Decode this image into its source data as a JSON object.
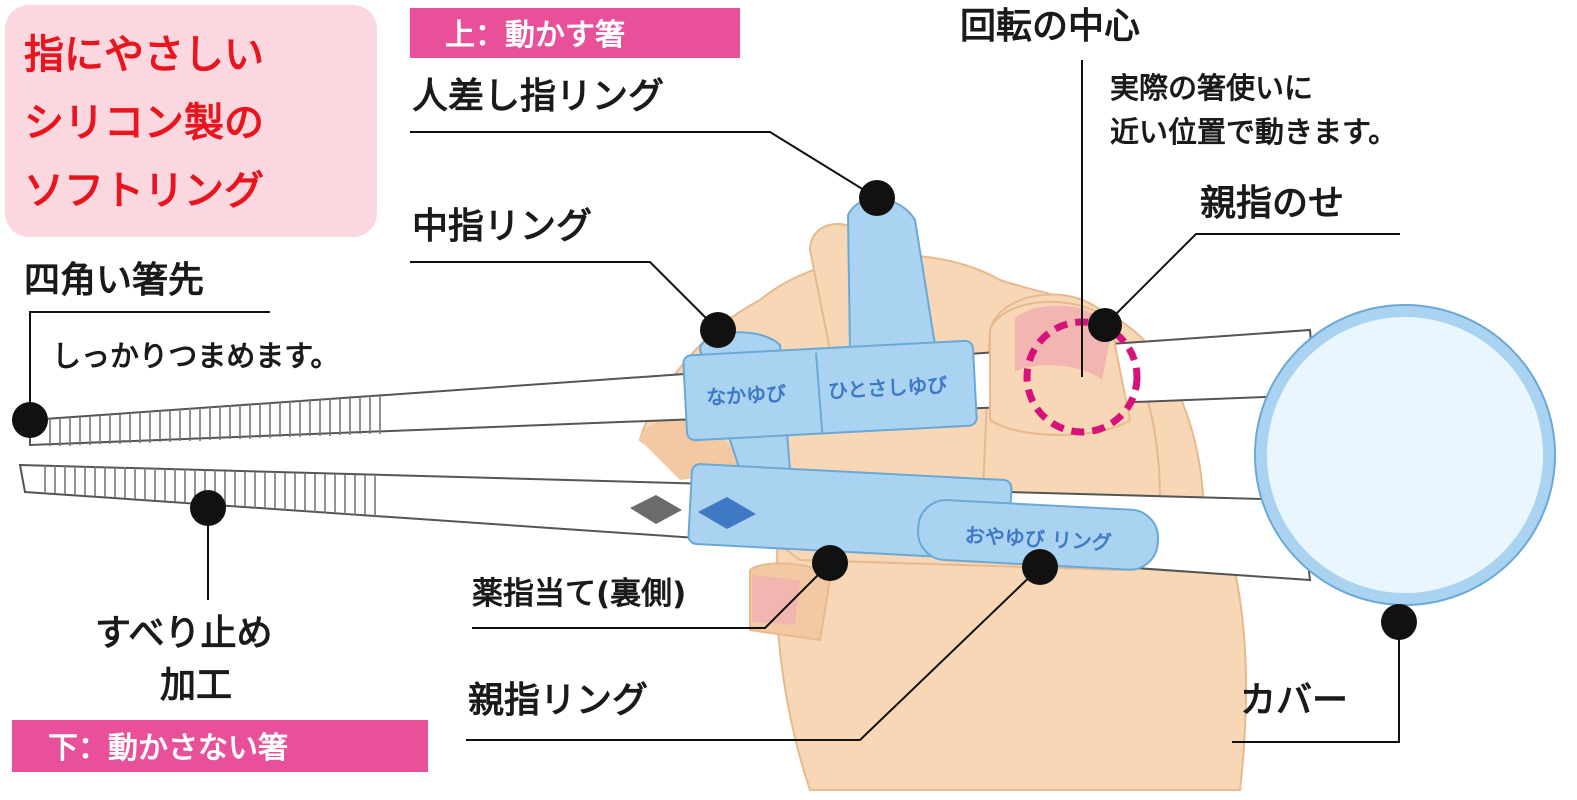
{
  "header": {
    "line1": "指にやさしい",
    "line2": "シリコン製の",
    "line3": "ソフトリング"
  },
  "tags": {
    "upper": "上：動かす箸",
    "lower": "下：動かさない箸"
  },
  "labels": {
    "index_ring": "人差し指リング",
    "middle_ring": "中指リング",
    "square_tips": "四角い箸先",
    "square_tips_note": "しっかりつまめます。",
    "pivot": "回転の中心",
    "pivot_note_1": "実際の箸使いに",
    "pivot_note_2": "近い位置で動きます。",
    "thumb_rest": "親指のせ",
    "anti_slip_1": "すべり止め",
    "anti_slip_2": "加工",
    "ring_finger_rest": "薬指当て(裏側)",
    "thumb_ring": "親指リング",
    "cover": "カバー"
  },
  "ring_texts": {
    "middle": "なかゆび",
    "index": "ひとさしゆび",
    "thumb": "おやゆび リング"
  },
  "colors": {
    "header_red": "#e8141e",
    "header_bg": "#fbd7e0",
    "tag_pink": "#e8509a",
    "ring_blue": "#a9d3f1",
    "ring_text_blue": "#3f79c4",
    "skin": "#f7d7b5",
    "pivot_magenta": "#d6127a"
  }
}
